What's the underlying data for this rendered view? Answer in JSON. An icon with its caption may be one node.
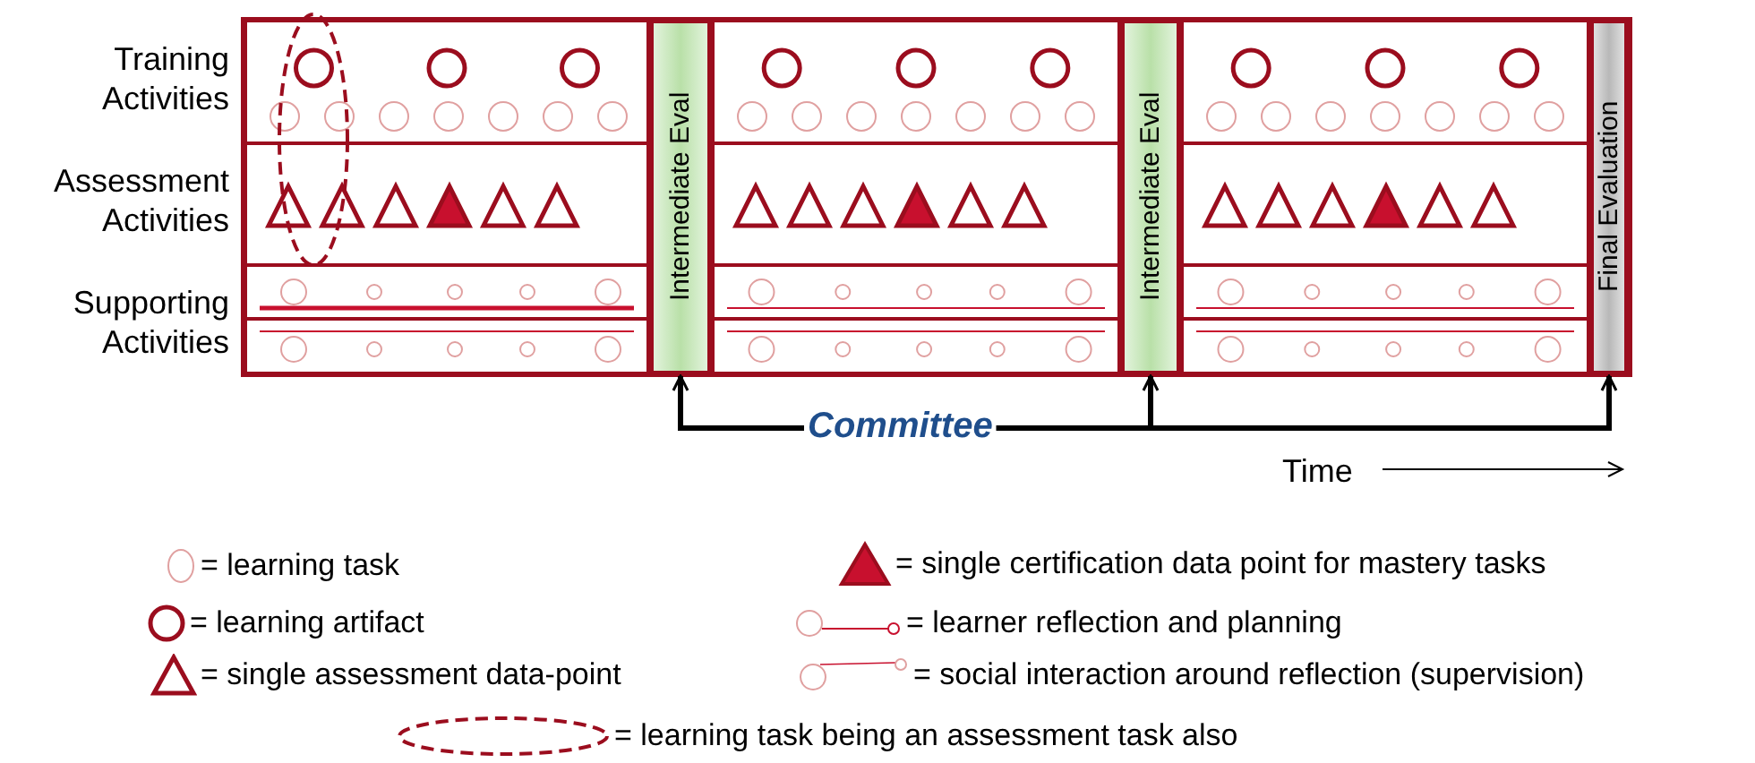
{
  "diagram": {
    "nodes": [
      {
        "text": [
          "Intermediate Eval"
        ]
      },
      {
        "text": [
          "Intermediate Eval"
        ]
      },
      {
        "text": [
          "Final Evaluation"
        ]
      },
      {
        "text": [
          "Committee"
        ]
      }
    ],
    "edges": [
      {
        "from": 3,
        "to": 0,
        "arrow": "to"
      },
      {
        "from": 3,
        "to": 1,
        "arrow": "to"
      },
      {
        "from": 3,
        "to": 2,
        "arrow": "to"
      }
    ],
    "labels": [
      "Training Activities",
      "Assessment Activities",
      "Supporting Activities",
      "Time"
    ],
    "legend": [
      {
        "text": "= learning task"
      },
      {
        "text": "= single certification data point for mastery tasks"
      },
      {
        "text": "= learning artifact"
      },
      {
        "text": "= learner reflection and planning"
      },
      {
        "text": "= single assessment data-point"
      },
      {
        "text": "= social interaction around reflection (supervision)"
      },
      {
        "text": "= learning task being an assessment task also"
      }
    ]
  }
}
